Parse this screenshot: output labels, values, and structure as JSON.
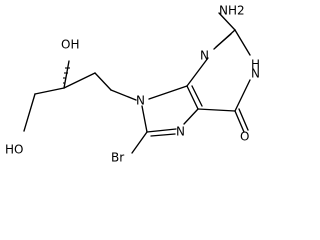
{
  "atom_labels": {
    "amino": "NH2",
    "n1_hetero_h": "N",
    "n1_h": "H",
    "n3": "N",
    "n7": "N",
    "n9": "N",
    "carbonyl_o": "O",
    "bromo": "Br",
    "secondary_hydroxyl": "OH",
    "primary_hydroxyl": "HO"
  },
  "colors": {
    "bond": "#000000",
    "text": "#000000",
    "background": "#ffffff"
  }
}
